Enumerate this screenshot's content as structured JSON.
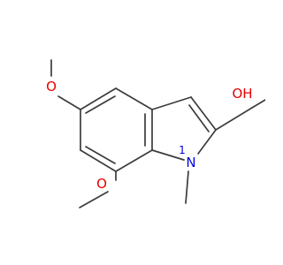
{
  "molecule": {
    "colors": {
      "bond": "#3c3c3c",
      "oxygen": "#e60000",
      "nitrogen": "#0000e6"
    },
    "labels": {
      "methoxy_o_upper": "O",
      "methoxy_o_lower": "O",
      "hydroxyl": "OH",
      "nitrogen": "N",
      "nitrogen_locant": "1"
    }
  }
}
